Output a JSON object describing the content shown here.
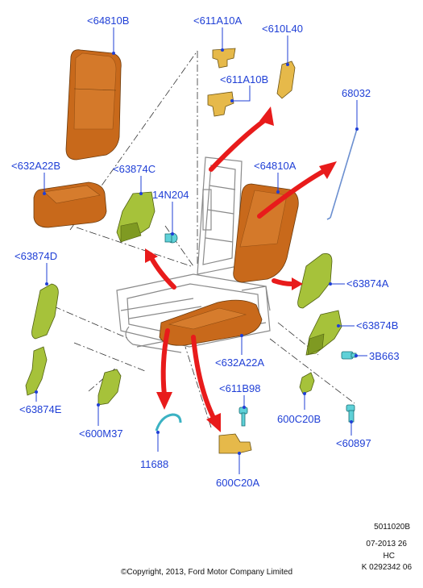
{
  "labels": {
    "l64810B": "<64810B",
    "l611A10A": "<611A10A",
    "l610L40": "<610L40",
    "l611A10B": "<611A10B",
    "l68032": "68032",
    "l632A22B": "<632A22B",
    "l63874C": "<63874C",
    "l64810A": "<64810A",
    "l14N204": "14N204",
    "l63874D": "<63874D",
    "l63874A": "<63874A",
    "l63874B": "<63874B",
    "l3B663": "3B663",
    "l632A22A": "<632A22A",
    "l611B98": "<611B98",
    "l600C20B": "600C20B",
    "l63874E": "<63874E",
    "l600M37": "<600M37",
    "l60897": "<60897",
    "l11688": "11688",
    "l600C20A": "600C20A"
  },
  "footer": {
    "ref_code": "5011020B",
    "date": "07-2013 26",
    "hc": "HC",
    "k_number": "K 0292342 06",
    "copyright": "©Copyright, 2013, Ford Motor Company Limited"
  },
  "colors": {
    "label_blue": "#1f3fd6",
    "trim_orange": "#c8691b",
    "cover_green": "#a6c23a",
    "bracket_yellow": "#e6b94a",
    "fastener_cyan": "#5fd1d8",
    "arrow_red": "#e81b1b"
  }
}
